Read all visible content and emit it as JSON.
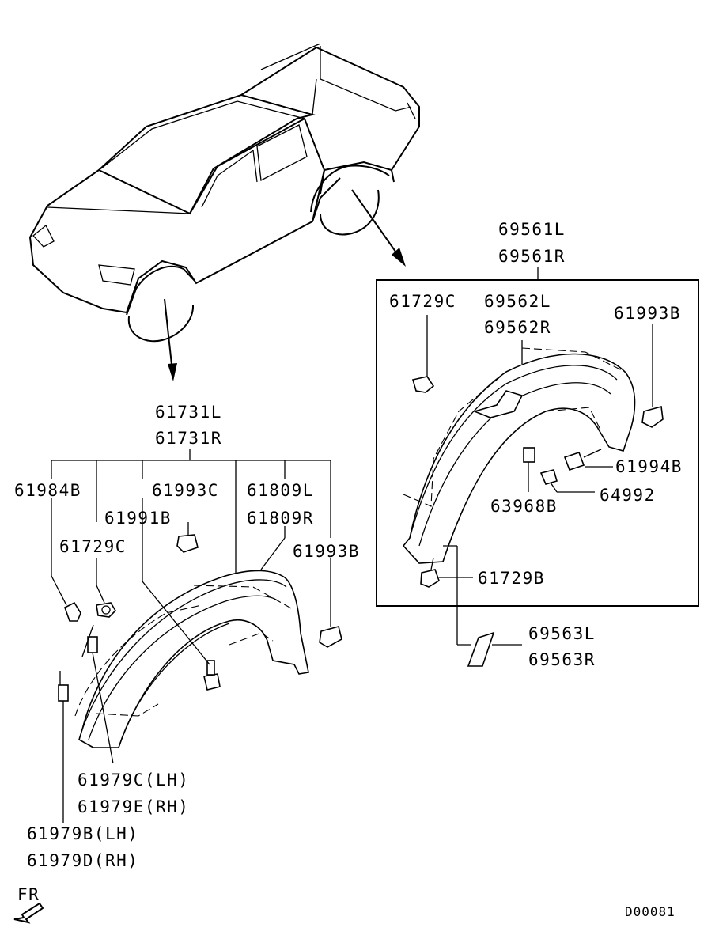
{
  "diagram_code": "D00081",
  "direction_marker": "FR",
  "front_group": {
    "assembly_labels": [
      "61731L",
      "61731R"
    ],
    "parts": {
      "p61984B": "61984B",
      "p61993C": "61993C",
      "p61809L": "61809L",
      "p61809R": "61809R",
      "p61991B": "61991B",
      "p61729C": "61729C",
      "p61993B": "61993B",
      "p61979C": "61979C(LH)",
      "p61979E": "61979E(RH)",
      "p61979B": "61979B(LH)",
      "p61979D": "61979D(RH)"
    }
  },
  "rear_group": {
    "assembly_labels": [
      "69561L",
      "69561R"
    ],
    "parts": {
      "p61729C": "61729C",
      "p69562L": "69562L",
      "p69562R": "69562R",
      "p61993B": "61993B",
      "p61994B": "61994B",
      "p64992": "64992",
      "p63968B": "63968B",
      "p61729B": "61729B",
      "p69563L": "69563L",
      "p69563R": "69563R"
    }
  }
}
